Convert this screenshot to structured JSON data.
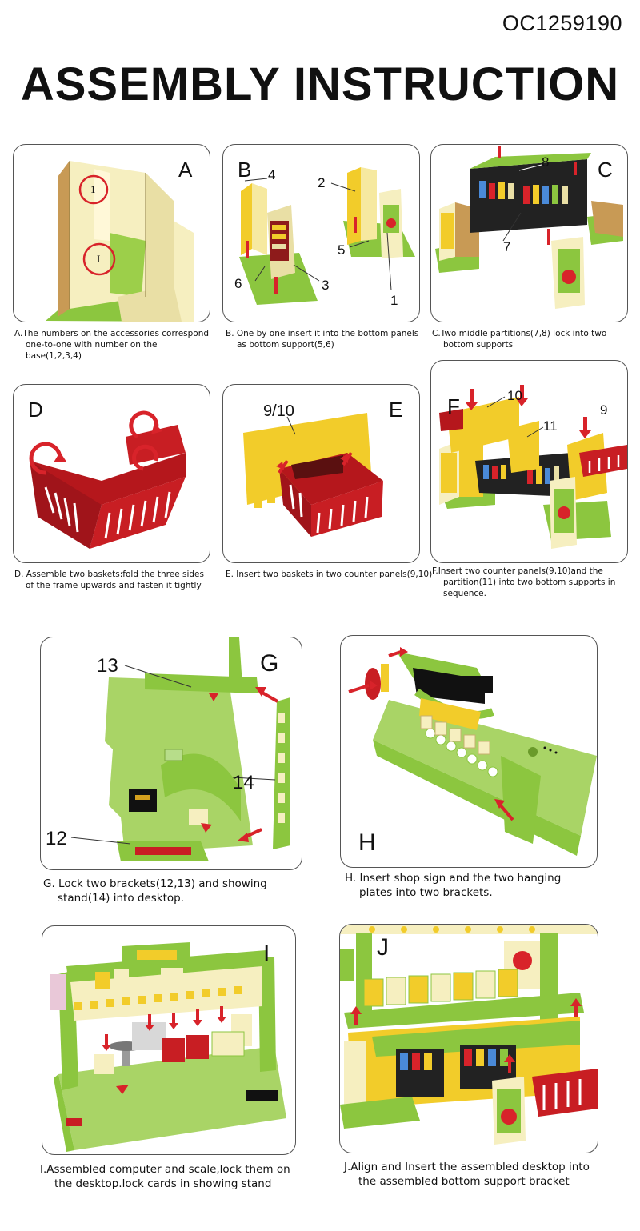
{
  "header": {
    "code": "OC1259190",
    "title": "ASSEMBLY INSTRUCTION"
  },
  "colors": {
    "green": "#8cc63f",
    "light_green": "#c8e08a",
    "yellow": "#f2cc2a",
    "cream": "#f6efc0",
    "red": "#c81e23",
    "dark": "#111111"
  },
  "steps": {
    "A": {
      "letter": "A",
      "labels": [
        "1",
        "I"
      ],
      "caption": [
        "A.The numbers on the accessories correspond",
        "one-to-one with number on the base(1,2,3,4)"
      ]
    },
    "B": {
      "letter": "B",
      "labels": [
        "4",
        "2",
        "5",
        "6",
        "3",
        "1"
      ],
      "caption": [
        "B. One by one insert it into the bottom panels",
        "as bottom support(5,6)"
      ]
    },
    "C": {
      "letter": "C",
      "labels": [
        "8",
        "7"
      ],
      "caption": [
        "C.Two middle partitions(7,8) lock into two",
        "bottom supports"
      ]
    },
    "D": {
      "letter": "D",
      "labels": [],
      "caption": [
        "D. Assemble two baskets:fold the three sides",
        "of the frame upwards and fasten it tightly"
      ]
    },
    "E": {
      "letter": "E",
      "labels": [
        "9/10"
      ],
      "caption": [
        "E. Insert two baskets in two counter panels(9,10)"
      ]
    },
    "F": {
      "letter": "F",
      "labels": [
        "10",
        "11",
        "9"
      ],
      "caption": [
        "F.Insert two counter panels(9,10)and the",
        "partition(11) into two bottom supports in",
        "sequence."
      ]
    },
    "G": {
      "letter": "G",
      "labels": [
        "13",
        "14",
        "12"
      ],
      "caption": [
        "G. Lock two brackets(12,13) and showing",
        "stand(14) into desktop."
      ]
    },
    "H": {
      "letter": "H",
      "labels": [],
      "caption": [
        "H. Insert shop sign and the two hanging",
        "plates into two brackets."
      ]
    },
    "I": {
      "letter": "I",
      "labels": [],
      "caption": [
        "I.Assembled computer and scale,lock them on",
        "the desktop.lock cards in showing stand"
      ]
    },
    "J": {
      "letter": "J",
      "labels": [],
      "caption": [
        "J.Align and Insert the assembled desktop into",
        "the assembled bottom support bracket"
      ]
    }
  }
}
